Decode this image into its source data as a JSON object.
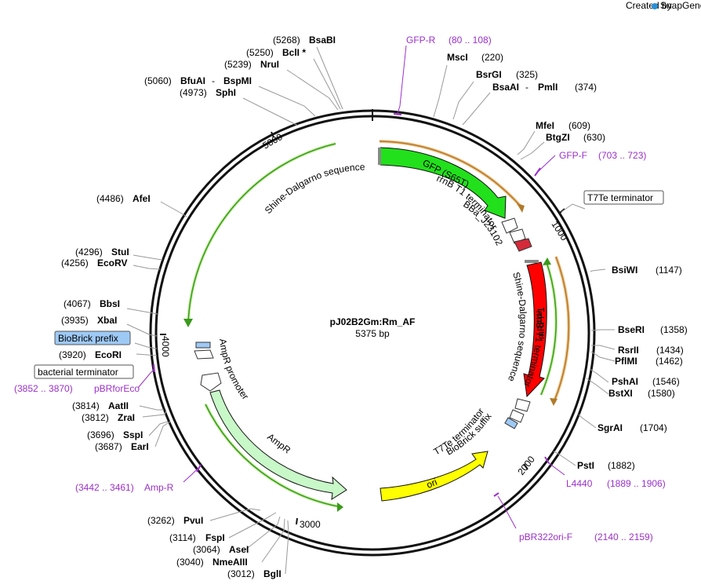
{
  "credit": "Created by",
  "brand": "SnapGene",
  "title": "pJ02B2Gm:Rm_AF",
  "length": "5375 bp",
  "ticks": [
    {
      "bp": 1000,
      "label": "1000"
    },
    {
      "bp": 2000,
      "label": "2000"
    },
    {
      "bp": 3000,
      "label": "3000"
    },
    {
      "bp": 4000,
      "label": "4000"
    },
    {
      "bp": 5000,
      "label": "5000"
    }
  ],
  "sites": {
    "BsaBI": {
      "name": "BsaBI",
      "pos": "(5268)"
    },
    "BclI": {
      "name": "BclI *",
      "pos": "(5250)"
    },
    "NruI": {
      "name": "NruI",
      "pos": "(5239)"
    },
    "BfuAI": {
      "name": "BfuAI",
      "sep": " - ",
      "name2": "BspMI",
      "pos": "(5060)"
    },
    "SphI": {
      "name": "SphI",
      "pos": "(4973)"
    },
    "AfeI": {
      "name": "AfeI",
      "pos": "(4486)"
    },
    "StuI": {
      "name": "StuI",
      "pos": "(4296)"
    },
    "EcoRV": {
      "name": "EcoRV",
      "pos": "(4256)"
    },
    "BbsI": {
      "name": "BbsI",
      "pos": "(4067)"
    },
    "XbaI": {
      "name": "XbaI",
      "pos": "(3935)"
    },
    "EcoRI": {
      "name": "EcoRI",
      "pos": "(3920)"
    },
    "AatII": {
      "name": "AatII",
      "pos": "(3814)"
    },
    "ZraI": {
      "name": "ZraI",
      "pos": "(3812)"
    },
    "SspI": {
      "name": "SspI",
      "pos": "(3696)"
    },
    "EarI": {
      "name": "EarI",
      "pos": "(3687)"
    },
    "PvuI": {
      "name": "PvuI",
      "pos": "(3262)"
    },
    "FspI": {
      "name": "FspI",
      "pos": "(3114)"
    },
    "AseI": {
      "name": "AseI",
      "pos": "(3064)"
    },
    "NmeAIII": {
      "name": "NmeAIII",
      "pos": "(3040)"
    },
    "BglI": {
      "name": "BglI",
      "pos": "(3012)"
    },
    "MscI": {
      "name": "MscI",
      "pos": "(220)"
    },
    "BsrGI": {
      "name": "BsrGI",
      "pos": "(325)"
    },
    "BsaAI": {
      "name": "BsaAI",
      "sep": " - ",
      "name2": "PmlI",
      "pos": "(374)"
    },
    "MfeI": {
      "name": "MfeI",
      "pos": "(609)"
    },
    "BtgZI": {
      "name": "BtgZI",
      "pos": "(630)"
    },
    "BsiWI": {
      "name": "BsiWI",
      "pos": "(1147)"
    },
    "BseRI": {
      "name": "BseRI",
      "pos": "(1358)"
    },
    "RsrII": {
      "name": "RsrII",
      "pos": "(1434)"
    },
    "PflMI": {
      "name": "PflMI",
      "pos": "(1462)"
    },
    "PshAI": {
      "name": "PshAI",
      "pos": "(1546)"
    },
    "BstXI": {
      "name": "BstXI",
      "pos": "(1580)"
    },
    "SgrAI": {
      "name": "SgrAI",
      "pos": "(1704)"
    },
    "PstI": {
      "name": "PstI",
      "pos": "(1882)"
    }
  },
  "primers": {
    "GFP_R": {
      "name": "GFP-R",
      "range": "(80 .. 108)"
    },
    "GFP_F": {
      "name": "GFP-F",
      "range": "(703 .. 723)"
    },
    "pBRforEco": {
      "name": "pBRforEco",
      "range": "(3852 .. 3870)"
    },
    "Amp_R": {
      "name": "Amp-R",
      "range": "(3442 .. 3461)"
    },
    "L4440": {
      "name": "L4440",
      "range": "(1889 .. 1906)"
    },
    "pBR322ori_F": {
      "name": "pBR322ori-F",
      "range": "(2140 .. 2159)"
    }
  },
  "boxed": {
    "T7Te": "T7Te terminator",
    "biobrick_prefix": "BioBrick prefix",
    "bacterial_terminator": "bacterial terminator"
  },
  "features": {
    "gfp": "GFP (S65T)",
    "sd_left": "Shine-Dalgarno sequence",
    "rrnb_top": "rrnB T1 terminator",
    "bba": "BBa_J23102",
    "sd_right": "Shine-Dalgarno sequence",
    "mrfp1": "mRFP1",
    "rrnb_right": "rrnB T1 terminator",
    "t7te": "T7Te terminator",
    "biobrick_suffix": "BioBrick suffix",
    "ampr_promoter": "AmpR promoter",
    "ampr": "AmpR",
    "ori": "ori"
  },
  "colors": {
    "gfp": "#22e01b",
    "mrfp1": "#ff0000",
    "ampr": "#c8f7c8",
    "ori": "#ffff00",
    "primer": "#9b30c9",
    "highlight": "#9ec9f5",
    "promoter_red": "#d42a3a",
    "orange_arc": "#e8a23a",
    "green_arc": "#3a9a1a"
  }
}
